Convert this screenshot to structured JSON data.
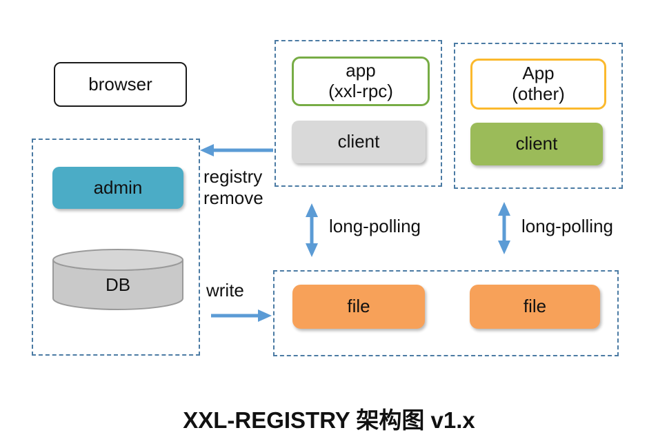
{
  "title": "XXL-REGISTRY 架构图 v1.x",
  "nodes": {
    "browser": {
      "label": "browser"
    },
    "admin": {
      "label": "admin",
      "fill": "#4BACC6"
    },
    "db": {
      "label": "DB",
      "fill": "#C9C9C9"
    },
    "app_xxl_rpc": {
      "label": "app\n(xxl-rpc)",
      "border": "#77AC45"
    },
    "client_xxl_rpc": {
      "label": "client",
      "fill": "#D9D9D9"
    },
    "app_other": {
      "label": "App\n(other)",
      "border": "#FBB92D"
    },
    "client_other": {
      "label": "client",
      "fill": "#9BBB59"
    },
    "file_left": {
      "label": "file",
      "fill": "#F7A159"
    },
    "file_right": {
      "label": "file",
      "fill": "#F7A159"
    }
  },
  "edges": {
    "registry_remove": {
      "label": "registry\nremove"
    },
    "write": {
      "label": "write"
    },
    "long_polling_left": {
      "label": "long-polling"
    },
    "long_polling_right": {
      "label": "long-polling"
    }
  },
  "colors": {
    "arrow": "#5B9BD5",
    "group_border": "#4A7AA3"
  }
}
